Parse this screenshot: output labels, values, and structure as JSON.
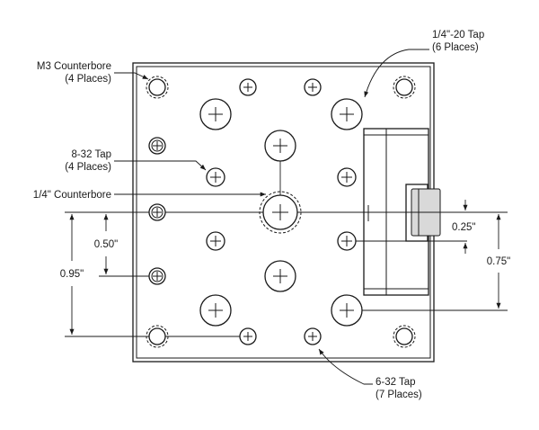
{
  "callouts": {
    "m3_counterbore": {
      "line1": "M3 Counterbore",
      "line2": "(4 Places)"
    },
    "tap_1_4_20": {
      "line1": "1/4\"-20 Tap",
      "line2": "(6 Places)"
    },
    "tap_8_32": {
      "line1": "8-32 Tap",
      "line2": "(4 Places)"
    },
    "counterbore_1_4": {
      "line1": "1/4\" Counterbore"
    },
    "tap_6_32": {
      "line1": "6-32 Tap",
      "line2": "(7 Places)"
    }
  },
  "dimensions": {
    "d_050": "0.50\"",
    "d_095": "0.95\"",
    "d_025": "0.25\"",
    "d_075": "0.75\""
  }
}
